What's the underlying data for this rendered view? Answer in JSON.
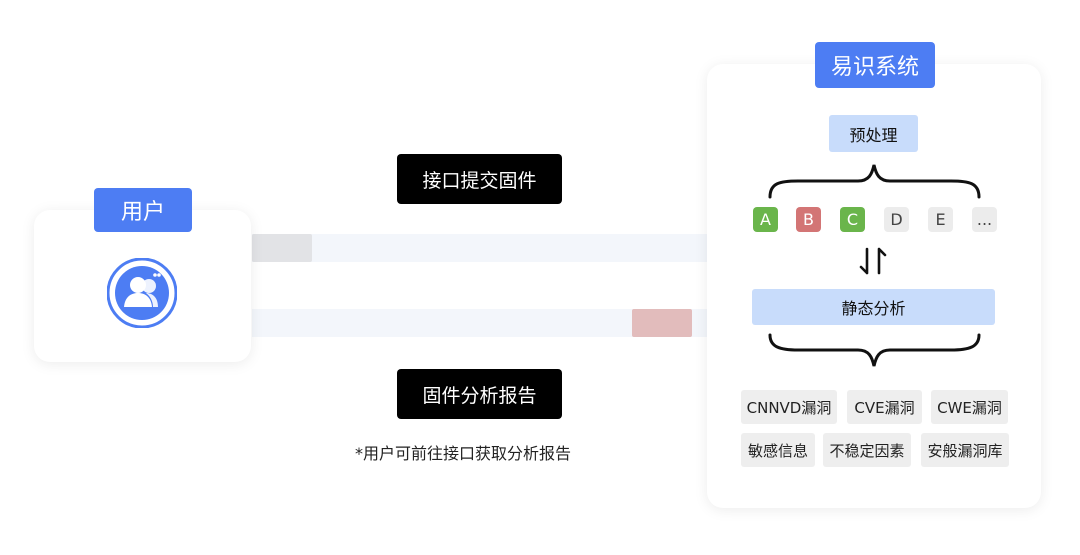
{
  "user": {
    "title": "用户",
    "avatar_icon": "user-group-icon"
  },
  "flow": {
    "submit_label": "接口提交固件",
    "report_label": "固件分析报告",
    "note": "*用户可前往接口获取分析报告"
  },
  "system": {
    "title": "易识系统",
    "preprocess_label": "预处理",
    "analysis_label": "静态分析",
    "chips": [
      "A",
      "B",
      "C",
      "D",
      "E",
      "..."
    ],
    "tags_row1": [
      "CNNVD漏洞",
      "CVE漏洞",
      "CWE漏洞"
    ],
    "tags_row2": [
      "敏感信息",
      "不稳定因素",
      "安般漏洞库"
    ]
  },
  "colors": {
    "blue": "#4d7df3",
    "light_blue": "#c8dcfb",
    "green": "#6ab54b",
    "red": "#d37575",
    "gray": "#ececec",
    "packet_gray": "#e2e3e6",
    "packet_red": "#e2bcbc"
  }
}
